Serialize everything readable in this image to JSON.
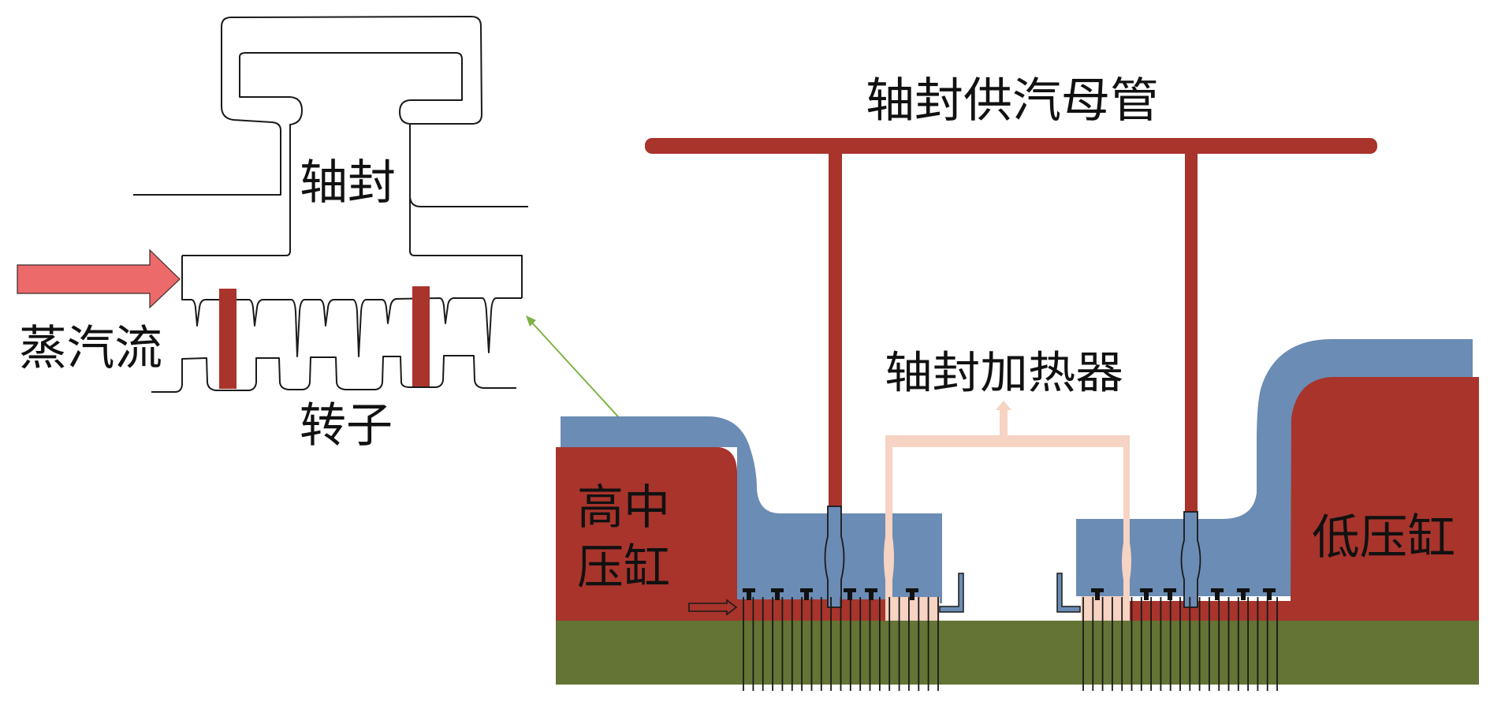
{
  "labels": {
    "seal": "轴封",
    "steam_flow": "蒸汽流",
    "rotor": "转子",
    "header_pipe": "轴封供汽母管",
    "seal_heater": "轴封加热器",
    "hp_ip_cylinder_line1": "高中",
    "hp_ip_cylinder_line2": "压缸",
    "lp_cylinder": "低压缸"
  },
  "colors": {
    "steam_pipe": "#a8342c",
    "cylinder_red": "#a8342c",
    "casing_blue": "#6b8cb4",
    "ground_green": "#637435",
    "heater_pipe": "#f6d3c3",
    "steam_arrow": "#ec6a6a",
    "callout_green": "#7cb342",
    "callout_ring": "#e6e04a",
    "outline": "#1a1a1a"
  },
  "components": {
    "seal_detail": {
      "tooth_count": 9,
      "seal_strip_count": 2
    },
    "hp_ip_side": {
      "marker_count": 6
    },
    "lp_side": {
      "marker_count": 6
    },
    "valves": [
      "hp-side-valve",
      "lp-side-valve"
    ]
  }
}
